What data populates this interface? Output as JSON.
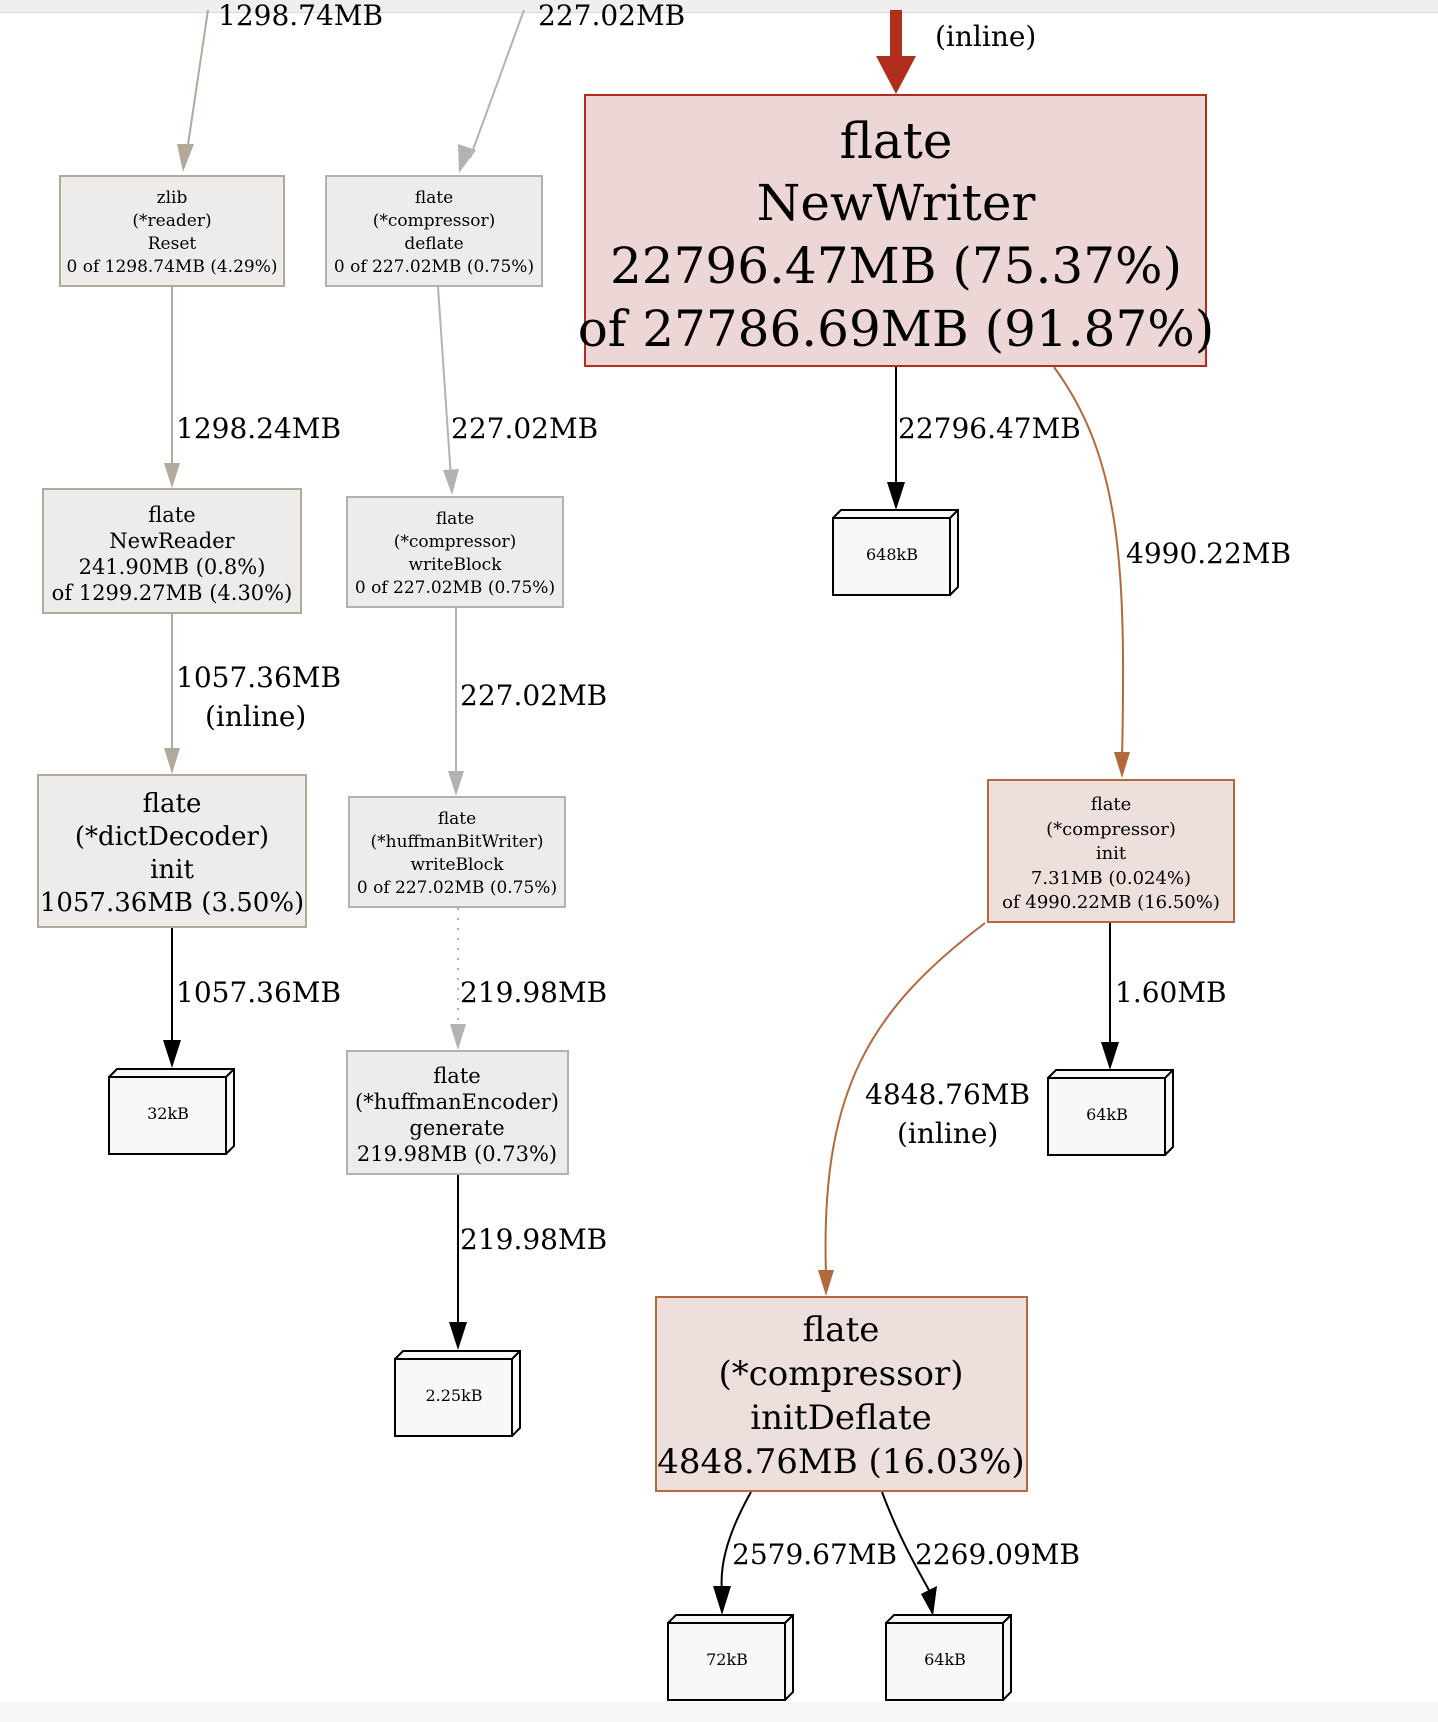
{
  "nodes": [
    {
      "id": "zlib-reset",
      "lines": [
        "zlib",
        "(*reader)",
        "Reset",
        "0 of 1298.74MB (4.29%)"
      ],
      "fill": "#edecea",
      "stroke": "#b2a999"
    },
    {
      "id": "flate-newreader",
      "lines": [
        "flate",
        "NewReader",
        "241.90MB (0.8%)",
        "of 1299.27MB (4.30%)"
      ],
      "fill": "#edecea",
      "stroke": "#b2a999"
    },
    {
      "id": "flate-dictdecoder-init",
      "lines": [
        "flate",
        "(*dictDecoder)",
        "init",
        "1057.36MB (3.50%)"
      ],
      "fill": "#edecea",
      "stroke": "#b2a999"
    },
    {
      "id": "flate-compressor-deflate",
      "lines": [
        "flate",
        "(*compressor)",
        "deflate",
        "0 of 227.02MB (0.75%)"
      ],
      "fill": "#ececec",
      "stroke": "#b2b2b2"
    },
    {
      "id": "flate-compressor-writeblock",
      "lines": [
        "flate",
        "(*compressor)",
        "writeBlock",
        "0 of 227.02MB (0.75%)"
      ],
      "fill": "#ececec",
      "stroke": "#b2b2b2"
    },
    {
      "id": "flate-huffmanbitwriter-writeblock",
      "lines": [
        "flate",
        "(*huffmanBitWriter)",
        "writeBlock",
        "0 of 227.02MB (0.75%)"
      ],
      "fill": "#ececec",
      "stroke": "#b2b2b2"
    },
    {
      "id": "flate-huffmanencoder-generate",
      "lines": [
        "flate",
        "(*huffmanEncoder)",
        "generate",
        "219.98MB (0.73%)"
      ],
      "fill": "#ececec",
      "stroke": "#b2b2b2"
    },
    {
      "id": "flate-newwriter",
      "lines": [
        "flate",
        "NewWriter",
        "22796.47MB (75.37%)",
        "of 27786.69MB (91.87%)"
      ],
      "fill": "#edd7d6",
      "stroke": "#b22e1c"
    },
    {
      "id": "flate-compressor-init",
      "lines": [
        "flate",
        "(*compressor)",
        "init",
        "7.31MB (0.024%)",
        "of 4990.22MB (16.50%)"
      ],
      "fill": "#ede0dc",
      "stroke": "#b2693c"
    },
    {
      "id": "flate-compressor-initdeflate",
      "lines": [
        "flate",
        "(*compressor)",
        "initDeflate",
        "4848.76MB (16.03%)"
      ],
      "fill": "#ede0dc",
      "stroke": "#b2693c"
    }
  ],
  "boxes": [
    {
      "id": "box-32kb",
      "label": "32kB"
    },
    {
      "id": "box-2-25kb",
      "label": "2.25kB"
    },
    {
      "id": "box-648kb",
      "label": "648kB"
    },
    {
      "id": "box-64kb-a",
      "label": "64kB"
    },
    {
      "id": "box-72kb",
      "label": "72kB"
    },
    {
      "id": "box-64kb-b",
      "label": "64kB"
    }
  ],
  "edges": [
    {
      "id": "in-zlib-reset",
      "label": [
        "1298.74MB"
      ],
      "color": "#b2a999"
    },
    {
      "id": "in-compressor-deflate",
      "label": [
        "227.02MB"
      ],
      "color": "#b2b2b2"
    },
    {
      "id": "in-newwriter",
      "label": [
        "(inline)"
      ],
      "color": "#b22e1c"
    },
    {
      "id": "reset-to-newreader",
      "label": [
        "1298.24MB"
      ],
      "color": "#b2a999"
    },
    {
      "id": "newreader-to-dictdecoder",
      "label": [
        "1057.36MB",
        "(inline)"
      ],
      "color": "#b2a999"
    },
    {
      "id": "dictdecoder-to-32kb",
      "label": [
        "1057.36MB"
      ],
      "color": "#000000"
    },
    {
      "id": "deflate-to-writeblock",
      "label": [
        "227.02MB"
      ],
      "color": "#b2b2b2"
    },
    {
      "id": "writeblock-to-bitwriter",
      "label": [
        "227.02MB"
      ],
      "color": "#b2b2b2"
    },
    {
      "id": "bitwriter-to-generate",
      "label": [
        "219.98MB"
      ],
      "color": "#b2b2b2"
    },
    {
      "id": "generate-to-2-25kb",
      "label": [
        "219.98MB"
      ],
      "color": "#000000"
    },
    {
      "id": "newwriter-to-648kb",
      "label": [
        "22796.47MB"
      ],
      "color": "#000000"
    },
    {
      "id": "newwriter-to-init",
      "label": [
        "4990.22MB"
      ],
      "color": "#b2693c"
    },
    {
      "id": "init-to-64kb",
      "label": [
        "1.60MB"
      ],
      "color": "#000000"
    },
    {
      "id": "init-to-initdeflate",
      "label": [
        "4848.76MB",
        "(inline)"
      ],
      "color": "#b2693c"
    },
    {
      "id": "initdeflate-to-72kb",
      "label": [
        "2579.67MB"
      ],
      "color": "#000000"
    },
    {
      "id": "initdeflate-to-64kb",
      "label": [
        "2269.09MB"
      ],
      "color": "#000000"
    }
  ]
}
